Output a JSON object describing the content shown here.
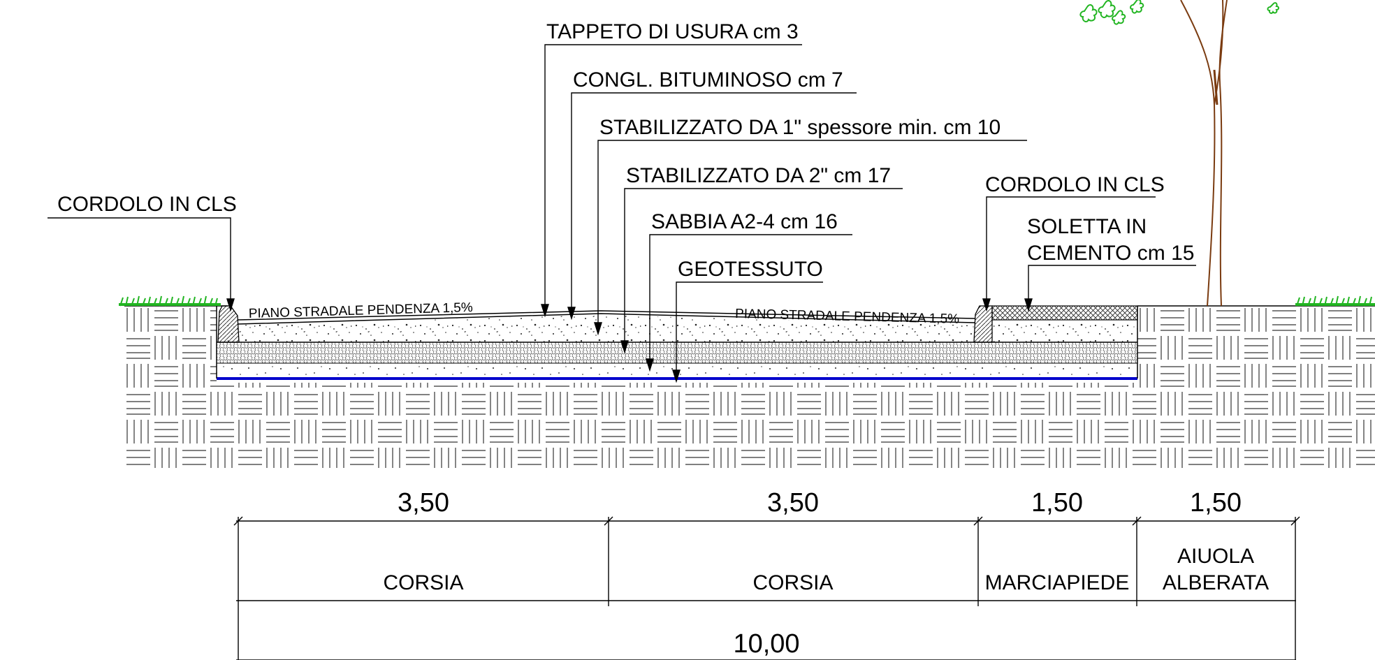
{
  "callouts": [
    {
      "text": "TAPPETO DI USURA cm 3"
    },
    {
      "text": "CONGL. BITUMINOSO cm 7"
    },
    {
      "text": "STABILIZZATO DA 1\" spessore min. cm 10"
    },
    {
      "text": "STABILIZZATO DA 2\" cm 17"
    },
    {
      "text": "SABBIA A2-4 cm 16"
    },
    {
      "text": "GEOTESSUTO"
    },
    {
      "text": "CORDOLO IN CLS"
    },
    {
      "text": "CORDOLO IN CLS"
    },
    {
      "text": "SOLETTA IN",
      "text2": "CEMENTO cm 15"
    }
  ],
  "slopes": {
    "left": "PIANO STRADALE PENDENZA 1,5%",
    "right": "PIANO STRADALE PENDENZA 1,5%"
  },
  "dimensions": [
    {
      "value": "3,50",
      "zone": "CORSIA",
      "zone2": ""
    },
    {
      "value": "3,50",
      "zone": "CORSIA",
      "zone2": ""
    },
    {
      "value": "1,50",
      "zone": "MARCIAPIEDE",
      "zone2": ""
    },
    {
      "value": "1,50",
      "zone": "AIUOLA",
      "zone2": "ALBERATA"
    }
  ],
  "total": "10,00",
  "colors": {
    "geotextile": "#0000cc",
    "grass": "#22b522",
    "tree_trunk": "#7a3b10",
    "foliage": "#22b522"
  }
}
